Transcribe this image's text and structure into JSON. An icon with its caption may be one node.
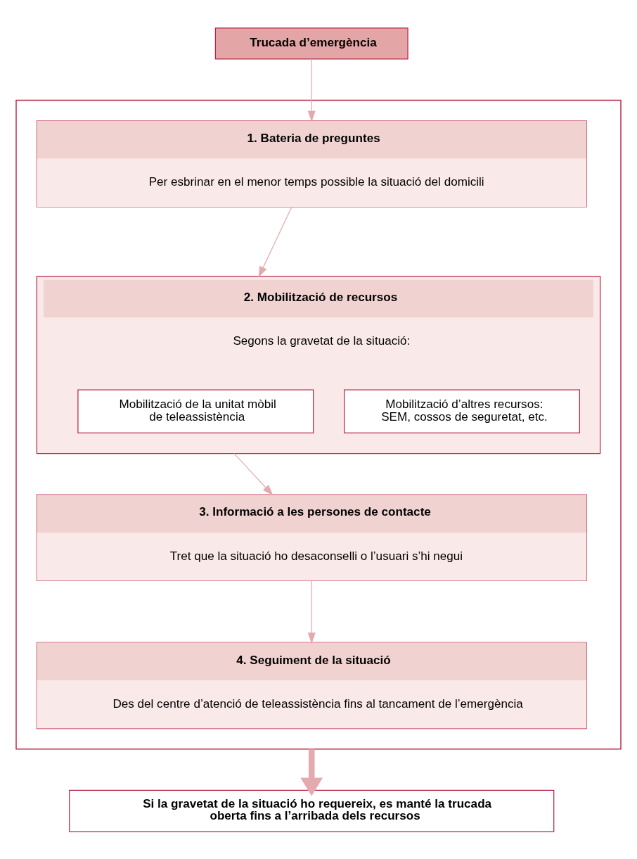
{
  "diagram": {
    "nodes": [
      {
        "text": [
          "Trucada d’emergència"
        ]
      },
      {
        "text": [],
        "shape": "box"
      },
      {
        "text": [
          "1. Bateria de preguntes",
          "Per esbrinar en el menor temps possible la situació del domicili"
        ],
        "in": 1
      },
      {
        "text": [
          "2. Mobilització de recursos",
          "Segons la gravetat de la situació:"
        ],
        "in": 1
      },
      {
        "text": [
          "Mobilització d’altres recursos: SEM, cossos de seguretat, etc."
        ],
        "in": 3
      },
      {
        "text": [
          "Mobilització de la unitat mòbil de teleassistència"
        ],
        "in": 3
      },
      {
        "text": [
          "3. Informació a les persones de contacte",
          "Tret que la situació ho desaconselli o l’usuari s’hi negui"
        ],
        "in": 1
      },
      {
        "text": [
          "4. Seguiment de la situació",
          "Des del centre d’atenció de teleassistència fins al tancament de l’emergència"
        ],
        "in": 1
      },
      {
        "text": [
          "Si la gravetat de la situació ho requereix, es manté la trucada oberta fins a l’arribada dels recursos"
        ]
      }
    ],
    "edges": [
      {
        "from": 0,
        "to": 2,
        "arrow": "to"
      },
      {
        "from": 2,
        "to": 3,
        "arrow": "to"
      },
      {
        "from": 3,
        "to": 6,
        "arrow": "to"
      },
      {
        "from": 6,
        "to": 7,
        "arrow": "to"
      },
      {
        "from": 1,
        "to": 8,
        "arrow": "to",
        "style": "thick"
      }
    ]
  }
}
